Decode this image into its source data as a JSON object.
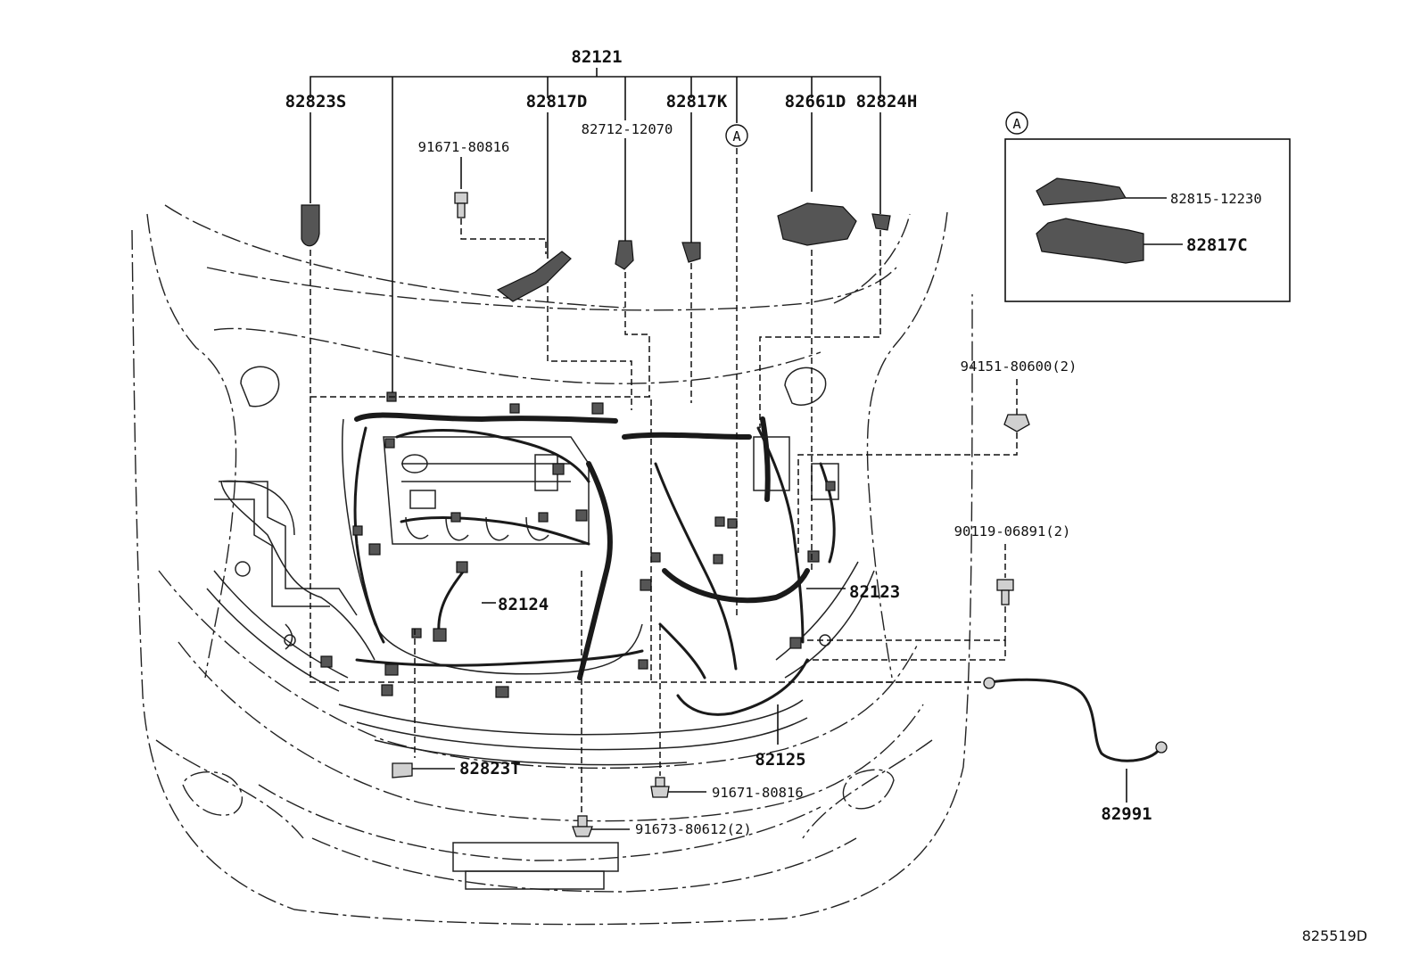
{
  "parts": {
    "main_harness": "82121",
    "p82823S": "82823S",
    "p82817D": "82817D",
    "p82817K": "82817K",
    "p82661D": "82661D",
    "p82824H": "82824H",
    "p91671_top": "91671-80816",
    "p82712": "82712-12070",
    "p94151": "94151-80600(2)",
    "p90119": "90119-06891(2)",
    "p82123": "82123",
    "p82124": "82124",
    "p82125": "82125",
    "p82823T": "82823T",
    "p91671_bottom": "91671-80816",
    "p91673": "91673-80612(2)",
    "p82991": "82991"
  },
  "callout": {
    "letter": "A"
  },
  "inset": {
    "letter": "A",
    "part1": "82815-12230",
    "part2": "82817C"
  },
  "figure_id": "825519D"
}
